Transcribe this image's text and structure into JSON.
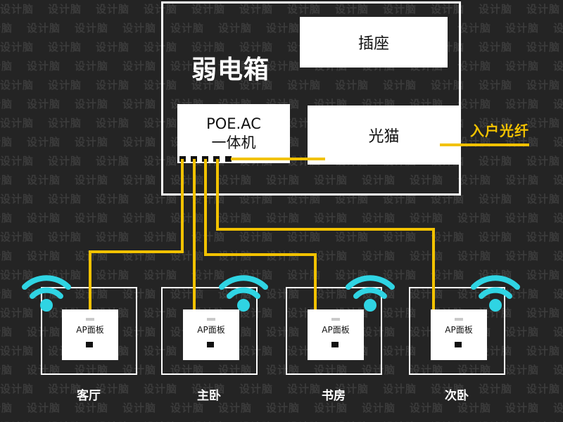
{
  "watermark_text": "设计脑",
  "cabinet": {
    "title": "弱电箱",
    "socket_label": "插座",
    "modem_label": "光猫",
    "poe_label_line1": "POE.AC",
    "poe_label_line2": "一体机"
  },
  "fiber_label": "入户光纤",
  "rooms": [
    {
      "name": "客厅",
      "panel_label": "AP面板"
    },
    {
      "name": "主卧",
      "panel_label": "AP面板"
    },
    {
      "name": "书房",
      "panel_label": "AP面板"
    },
    {
      "name": "次卧",
      "panel_label": "AP面板"
    }
  ],
  "colors": {
    "background": "#242424",
    "cable": "#f2c200",
    "wifi": "#2fd4e3",
    "box": "#ffffff"
  },
  "icons": [
    "wifi-icon"
  ]
}
